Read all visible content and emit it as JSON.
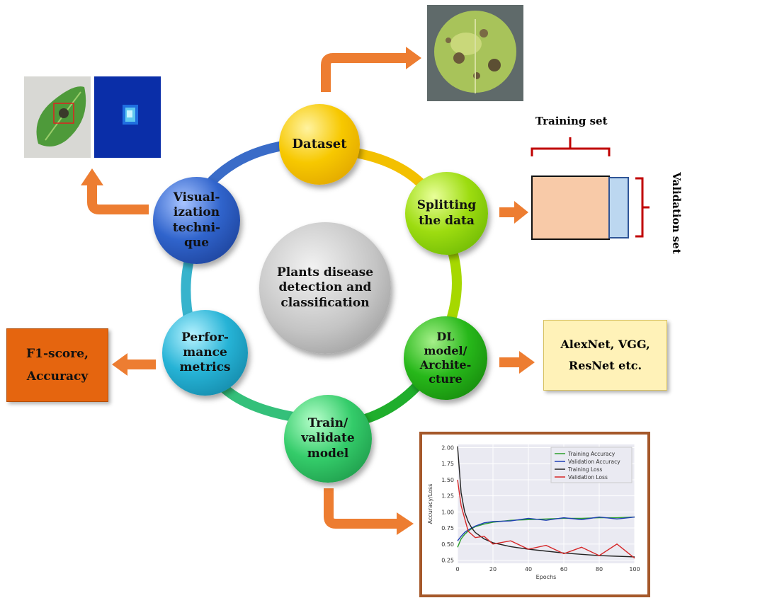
{
  "center": "Plants disease\ndetection and\nclassification",
  "nodes": {
    "dataset": "Dataset",
    "splitting": "Splitting\nthe  data",
    "dl_model": "DL\nmodel/\nArchite-\ncture",
    "train": "Train/\nvalidate\nmodel",
    "performance": "Perfor-\nmance\nmetrics",
    "visualization": "Visual-\nization\ntechni-\nque"
  },
  "split": {
    "training_label": "Training set",
    "validation_label": "Validation set"
  },
  "models_box": "AlexNet, VGG,\nResNet etc.",
  "metrics_box": "F1-score,\nAccuracy",
  "colors": {
    "arrow": "#ed7d31",
    "dataset": "#f5b800",
    "splitting": "#8fd400",
    "dl_model": "#24b300",
    "train": "#2ec88a",
    "performance": "#1fa8cc",
    "visualization": "#2b5dbd"
  },
  "chart_data": {
    "type": "line",
    "x": [
      0,
      2,
      4,
      6,
      8,
      10,
      15,
      20,
      30,
      40,
      50,
      60,
      70,
      80,
      90,
      100
    ],
    "series": [
      {
        "name": "Training Accuracy",
        "color": "#2ca02c",
        "values": [
          0.45,
          0.58,
          0.65,
          0.7,
          0.74,
          0.77,
          0.81,
          0.84,
          0.87,
          0.88,
          0.89,
          0.9,
          0.9,
          0.91,
          0.91,
          0.92
        ]
      },
      {
        "name": "Validation Accuracy",
        "color": "#1f3fb4",
        "values": [
          0.55,
          0.62,
          0.68,
          0.72,
          0.75,
          0.78,
          0.83,
          0.85,
          0.86,
          0.9,
          0.87,
          0.91,
          0.88,
          0.92,
          0.89,
          0.92
        ]
      },
      {
        "name": "Training Loss",
        "color": "#222222",
        "values": [
          2.02,
          1.3,
          1.0,
          0.85,
          0.75,
          0.68,
          0.58,
          0.52,
          0.46,
          0.42,
          0.39,
          0.36,
          0.34,
          0.32,
          0.31,
          0.3
        ]
      },
      {
        "name": "Validation Loss",
        "color": "#d62728",
        "values": [
          1.5,
          1.1,
          0.9,
          0.7,
          0.65,
          0.6,
          0.62,
          0.5,
          0.55,
          0.42,
          0.48,
          0.35,
          0.45,
          0.32,
          0.5,
          0.28
        ]
      }
    ],
    "xlabel": "Epochs",
    "ylabel": "Accuracy/Loss",
    "xlim": [
      0,
      100
    ],
    "ylim": [
      0.2,
      2.05
    ],
    "xticks": [
      0,
      20,
      40,
      60,
      80,
      100
    ],
    "yticks": [
      0.25,
      0.5,
      0.75,
      1.0,
      1.25,
      1.5,
      1.75,
      2.0
    ],
    "legend": "top-right",
    "grid": true
  }
}
